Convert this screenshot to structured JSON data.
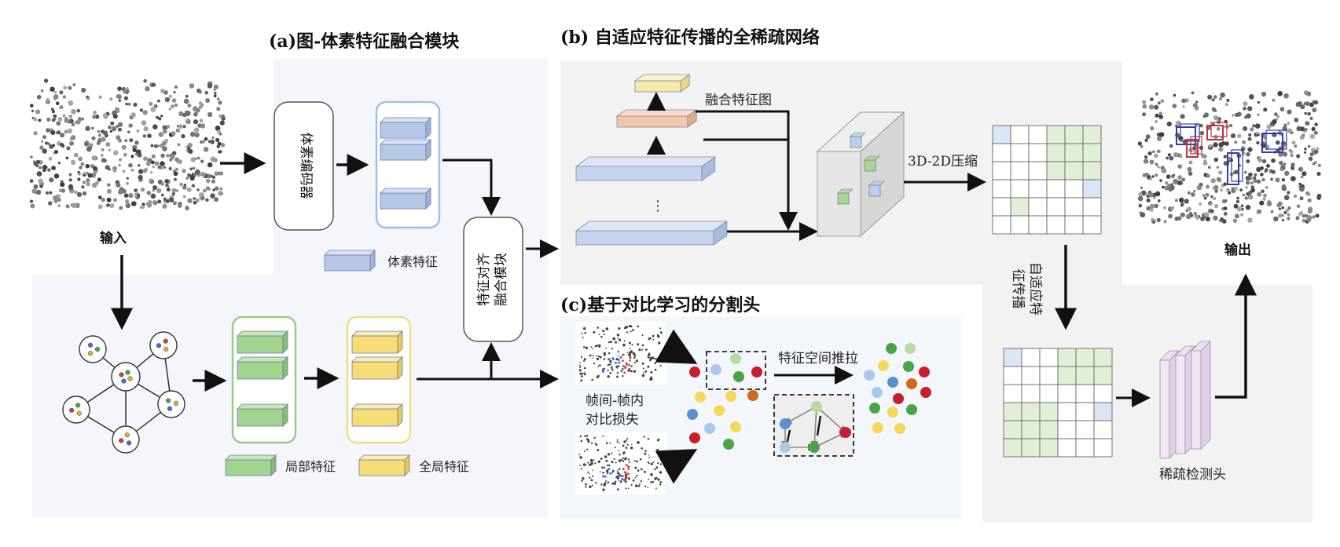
{
  "sections": {
    "a_title": "(a)图-体素特征融合模块",
    "b_title": "(b) 自适应特征传播的全稀疏网络",
    "c_title": "(c)基于对比学习的分割头"
  },
  "labels": {
    "input": "输入",
    "voxel_encoder": "体素编码器",
    "voxel_feature": "体素特征",
    "local_feature": "局部特征",
    "global_feature": "全局特征",
    "align_fusion": "特征对齐融合模块",
    "fused_feature_map": "融合特征图",
    "ellipsis": "⋮",
    "compress": "3D-2D压缩",
    "adaptive_propagation": "自适应特征传播",
    "sparse_head": "稀疏检测头",
    "output": "输出",
    "feature_space": "特征空间推拉",
    "contrastive_loss_1": "帧间-帧内",
    "contrastive_loss_2": "对比损失"
  },
  "colors": {
    "panel_a": "#f5f6fb",
    "panel_b": "#f2f2f2",
    "panel_c": "#f3f7fb",
    "voxel_blue": "#b9c9e8",
    "local_green": "#9fd08f",
    "global_yellow": "#f7dd7a",
    "grid_green": "#e3efd8",
    "grid_blue": "#dbe7f5",
    "box_blue": "#2f3da8",
    "box_red": "#c0303a"
  }
}
